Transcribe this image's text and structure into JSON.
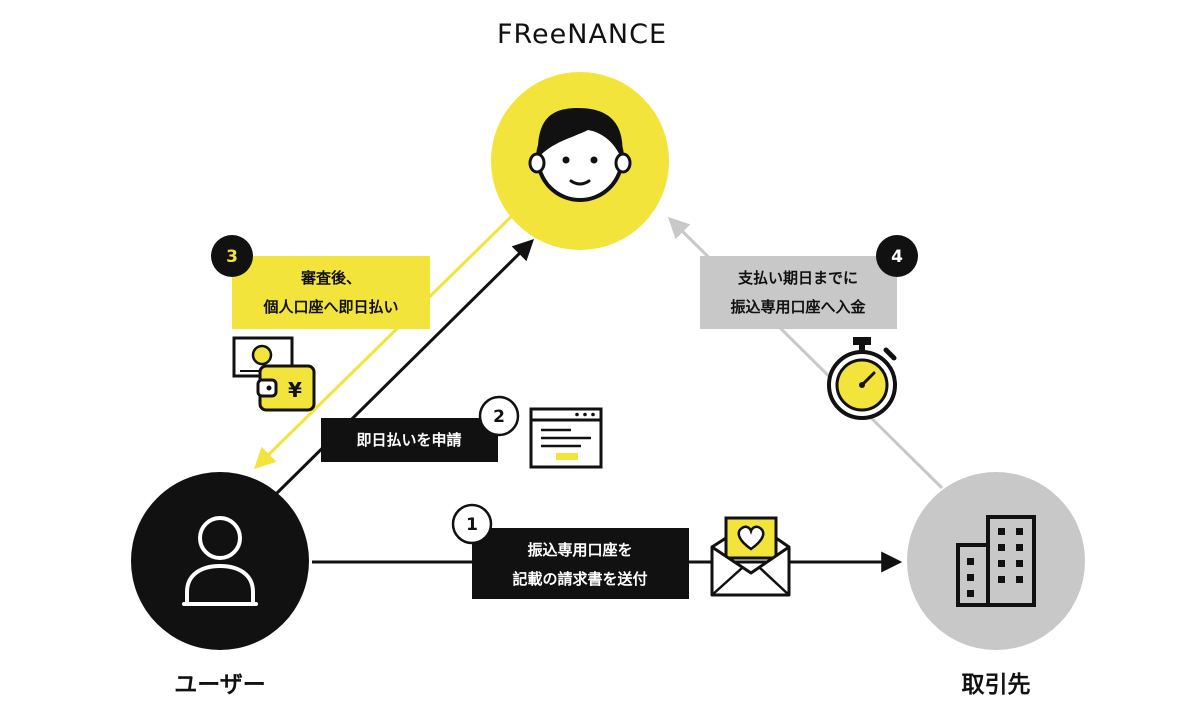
{
  "brand": "FReeNANCE",
  "nodes": {
    "user_label": "ユーザー",
    "client_label": "取引先"
  },
  "steps": [
    {
      "number": "1",
      "lines": [
        "振込専用口座を",
        "記載の請求書を送付"
      ]
    },
    {
      "number": "2",
      "lines": [
        "即日払いを申請"
      ]
    },
    {
      "number": "3",
      "lines": [
        "審査後、",
        "個人口座へ即日払い"
      ]
    },
    {
      "number": "4",
      "lines": [
        "支払い期日までに",
        "振込専用口座へ入金"
      ]
    }
  ],
  "icons": {
    "freenance": "person-face-icon",
    "user": "user-silhouette-icon",
    "client": "office-building-icon",
    "step1": "envelope-heart-icon",
    "step2": "application-form-icon",
    "step3": "wallet-yen-icon",
    "step4": "stopwatch-icon"
  },
  "colors": {
    "yellow": "#f2e43a",
    "black": "#111111",
    "gray": "#c8c8c8",
    "white": "#ffffff"
  }
}
